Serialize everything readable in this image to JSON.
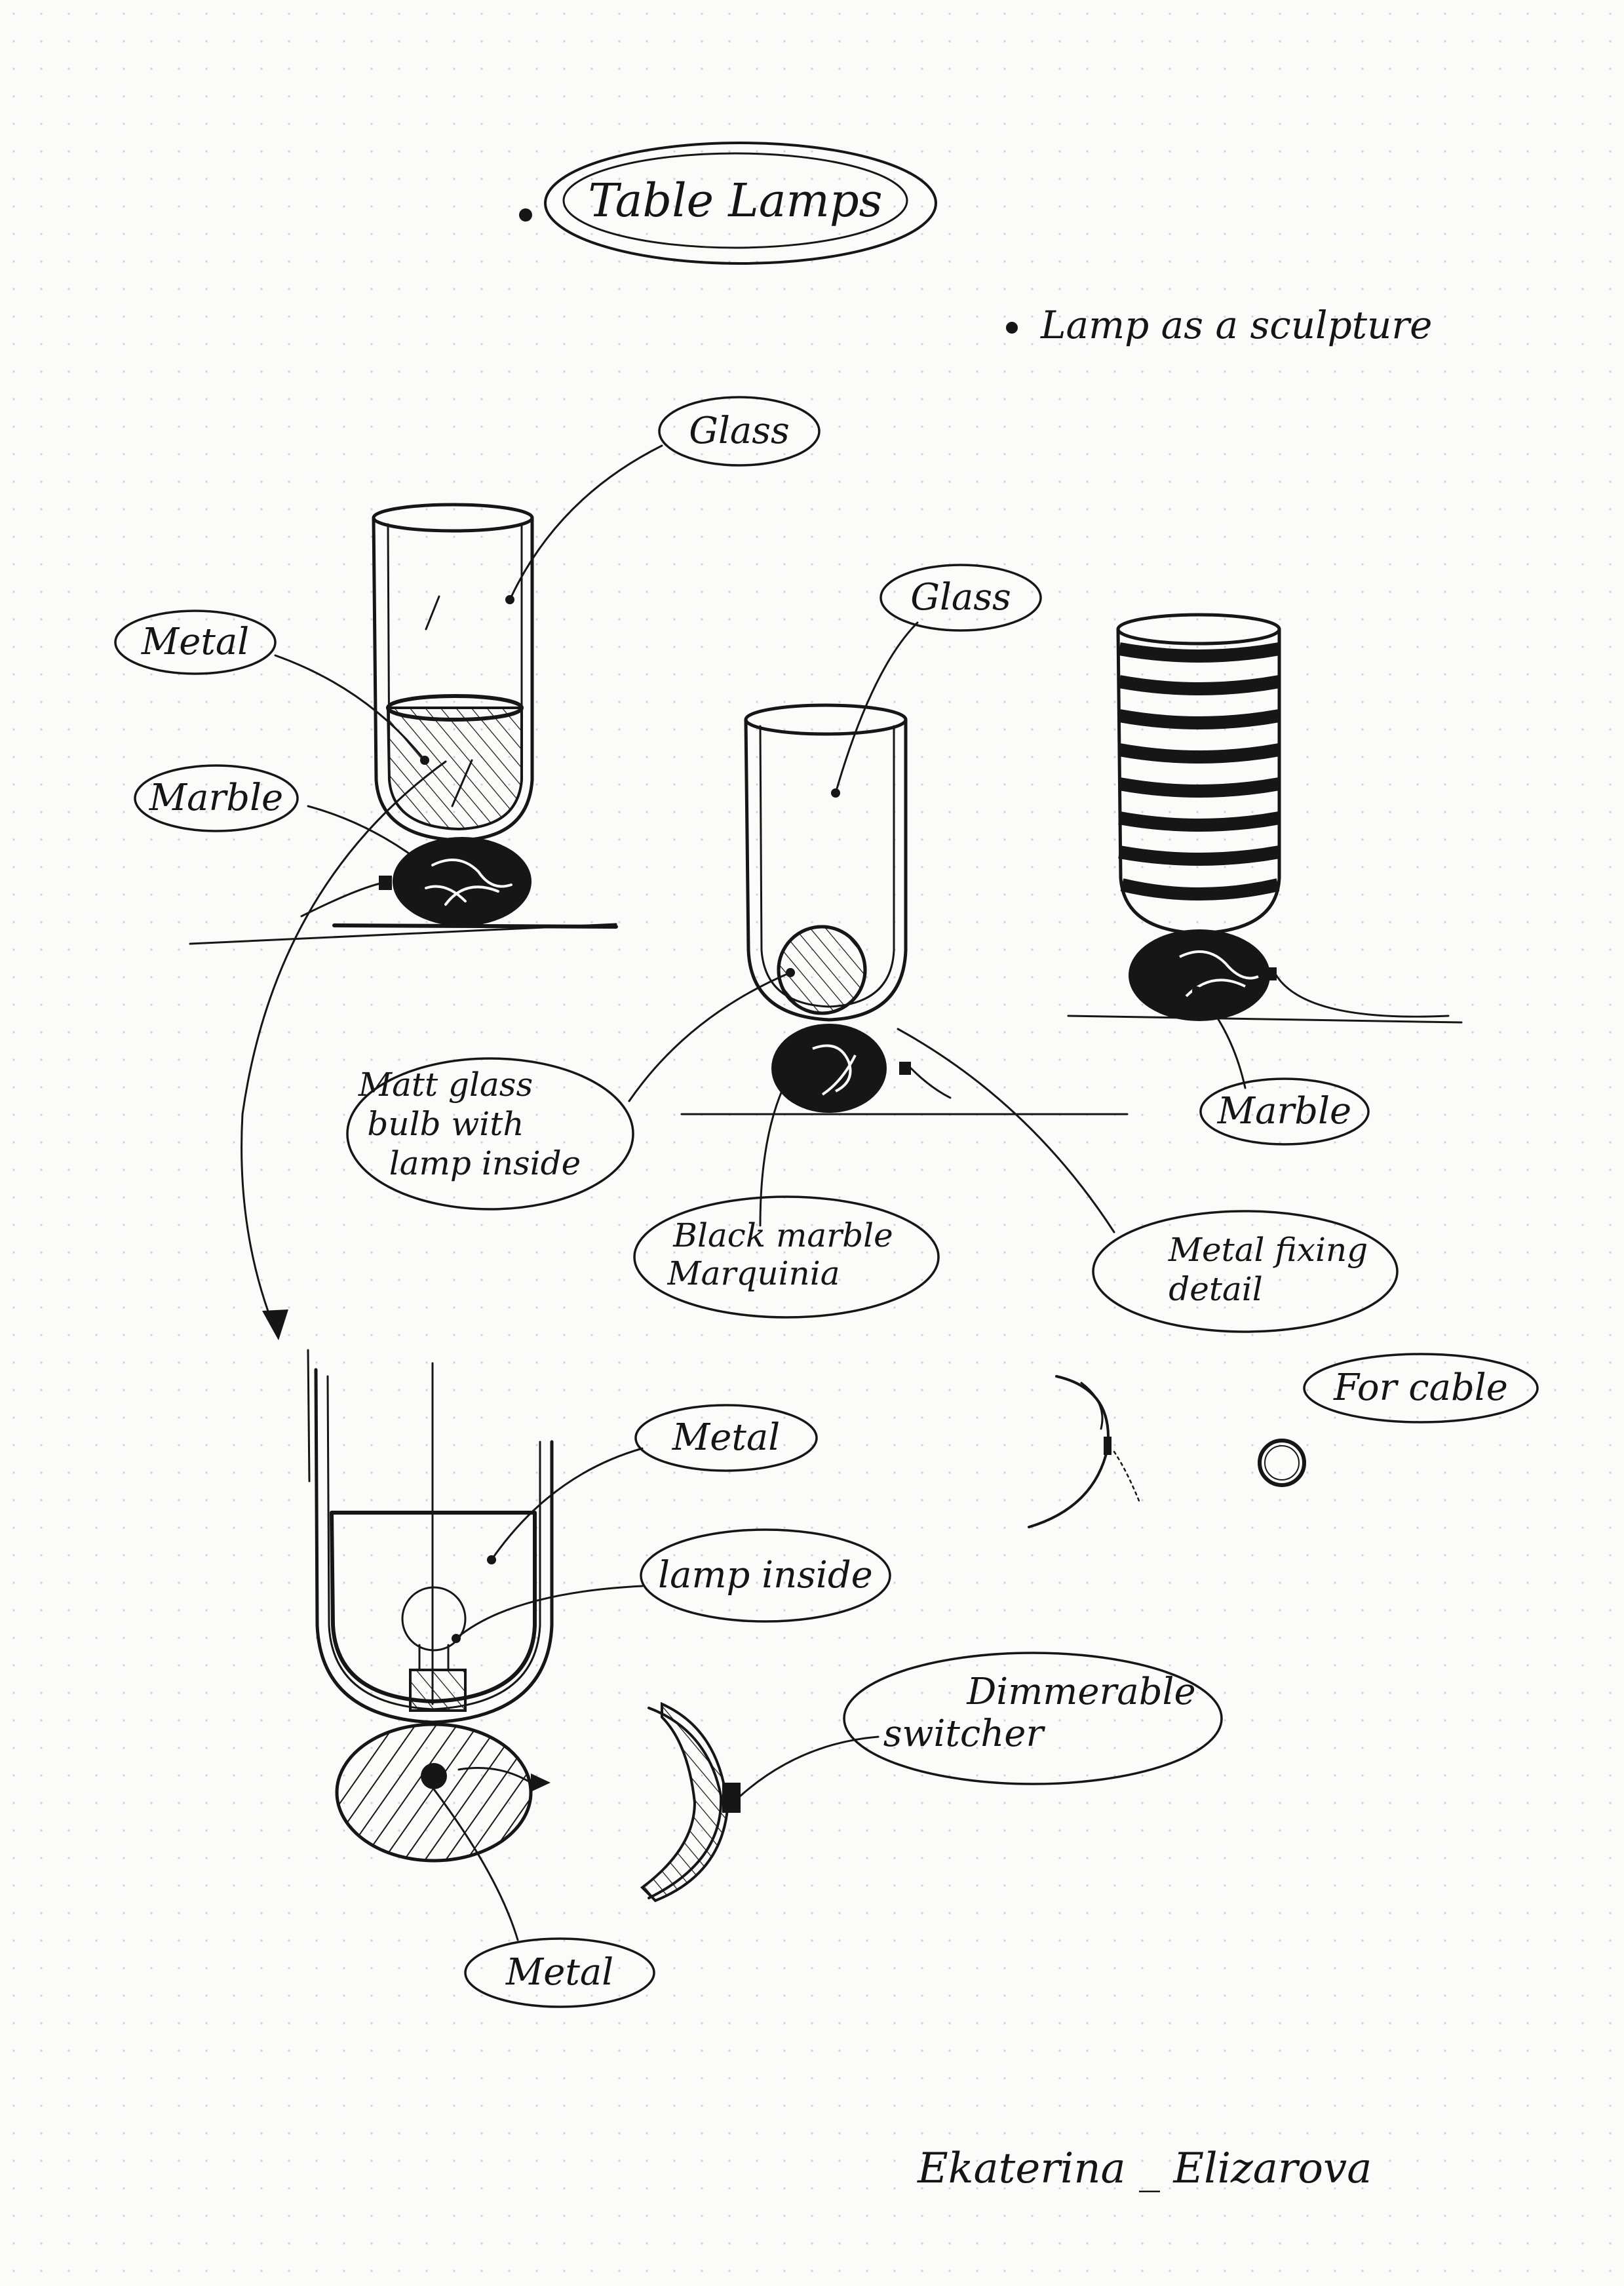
{
  "sheet": {
    "title": "Table Lamps",
    "subtitle": "Lamp as a sculpture",
    "signature": "Ekaterina _ Elizarova"
  },
  "labels": {
    "glass_1": "Glass",
    "metal_1": "Metal",
    "marble_1": "Marble",
    "glass_2": "Glass",
    "matt_glass_line1": "Matt glass",
    "matt_glass_line2": "bulb with",
    "matt_glass_line3": "lamp inside",
    "black_marble_line1": "Black marble",
    "black_marble_line2": "Marquinia",
    "metal_fixing_line1": "Metal fixing",
    "metal_fixing_line2": "detail",
    "marble_3": "Marble",
    "for_cable": "For cable",
    "metal_detail_top": "Metal",
    "lamp_inside": "lamp inside",
    "dimmerable_line1": "Dimmerable",
    "dimmerable_line2": "switcher",
    "metal_detail_bottom": "Metal"
  },
  "colors": {
    "ink": "#161616",
    "paper": "#fbfbf9",
    "dot_grid": "#cfd2d6"
  }
}
